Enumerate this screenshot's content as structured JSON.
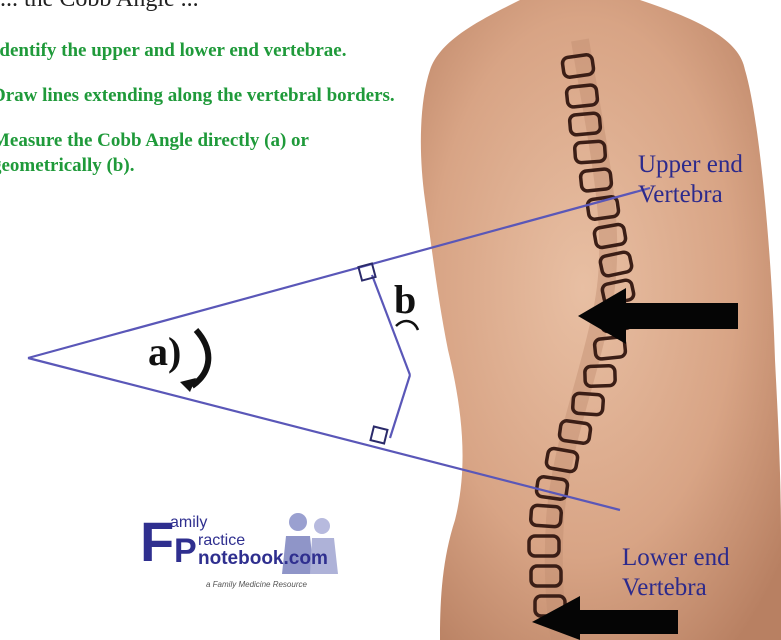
{
  "header": {
    "title": "... the Cobb Angle ..."
  },
  "steps": [
    "Identify the upper and lower end vertebrae.",
    "Draw lines extending along the vertebral borders.",
    "Measure the Cobb Angle directly (a) or geometrically (b)."
  ],
  "diagram": {
    "angle_a": "a)",
    "angle_b": "b",
    "upper_label_line1": "Upper end",
    "upper_label_line2": "Vertebra",
    "lower_label_line1": "Lower end",
    "lower_label_line2": "Vertebra"
  },
  "logo": {
    "F": "F",
    "amily": "amily",
    "P": "P",
    "ractice": "ractice",
    "notebook": "notebook.com",
    "tagline": "a Family Medicine Resource"
  },
  "colors": {
    "line": "#5a57b8",
    "text_steps": "#1f9a3a",
    "text_labels": "#2c2a8c",
    "skin": "#d9a88a",
    "vertebra": "#3b1e16",
    "arrow": "#050505"
  }
}
